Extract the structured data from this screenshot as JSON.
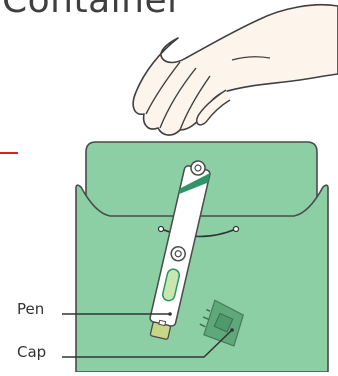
{
  "title": "Container",
  "labels": {
    "pen": "Pen",
    "cap": "Cap"
  },
  "colors": {
    "container_fill": "#8ccfa5",
    "container_stroke": "#4a4a4a",
    "pen_body": "#ffffff",
    "pen_green": "#2f9468",
    "pen_window": "#c8e6b0",
    "pen_tip": "#c8d68a",
    "cap_fill": "#5fa879",
    "hand_fill": "#fdf4ec",
    "accent_line": "#d9222a"
  },
  "icons": [
    "hand-icon"
  ]
}
